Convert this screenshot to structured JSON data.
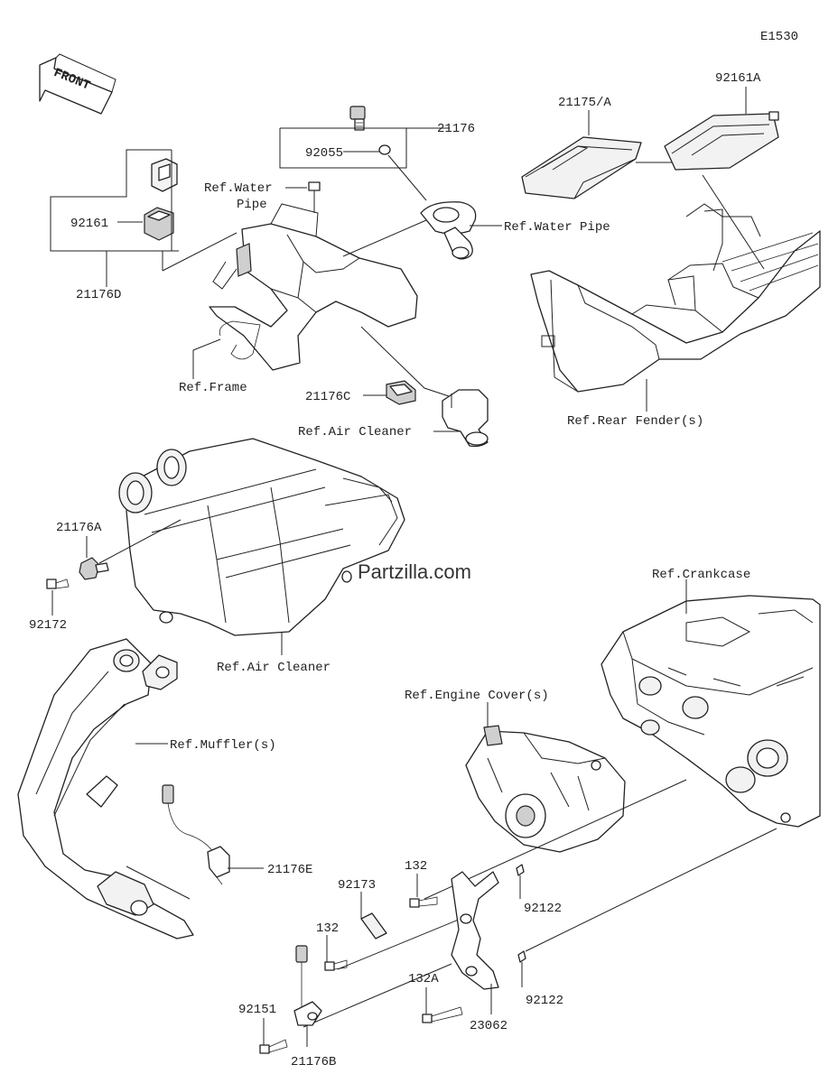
{
  "diagram_code": "E1530",
  "front_label": "FRONT",
  "watermark": "Partzilla.com",
  "labels": {
    "p21175a": "21175/A",
    "p92161a": "92161A",
    "p21176": "21176",
    "p92055": "92055",
    "ref_water_pipe_1": "Ref.Water",
    "ref_water_pipe_2": "Pipe",
    "ref_water_pipe_r": "Ref.Water Pipe",
    "p92161": "92161",
    "p21176d": "21176D",
    "ref_frame": "Ref.Frame",
    "p21176c": "21176C",
    "ref_air_cleaner_top": "Ref.Air Cleaner",
    "ref_rear_fender": "Ref.Rear Fender(s)",
    "p21176a": "21176A",
    "p92172": "92172",
    "ref_air_cleaner_bottom": "Ref.Air Cleaner",
    "ref_crankcase": "Ref.Crankcase",
    "ref_engine_cover": "Ref.Engine Cover(s)",
    "ref_mufflers": "Ref.Muffler(s)",
    "p21176e": "21176E",
    "p132_a": "132",
    "p92173": "92173",
    "p92122_a": "92122",
    "p132_b": "132",
    "p132a": "132A",
    "p92122_b": "92122",
    "p92151": "92151",
    "p23062": "23062",
    "p21176b": "21176B"
  }
}
